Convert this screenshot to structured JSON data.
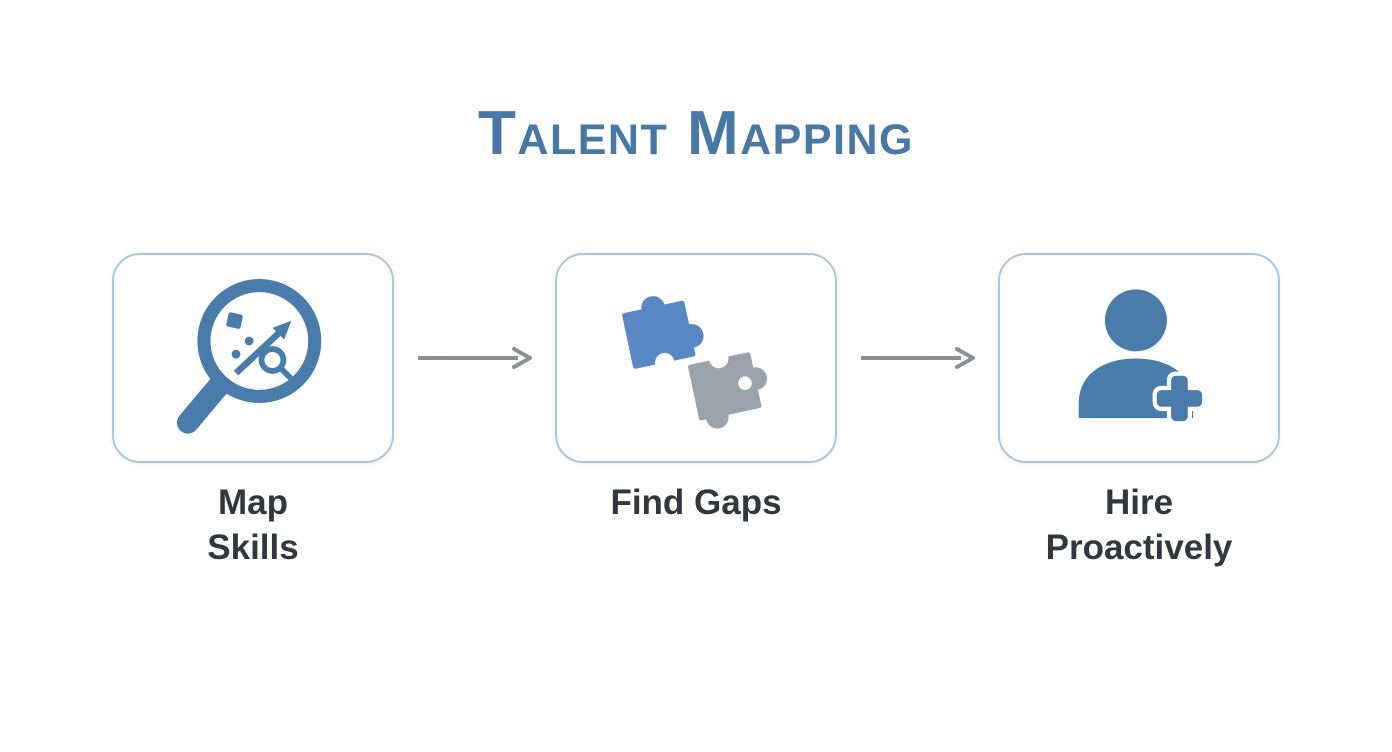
{
  "title": "Talent Mapping",
  "colors": {
    "title": "#4878a6",
    "box_border": "#a9c6e1",
    "icon_blue": "#4a7cab",
    "puzzle_blue": "#5a87c6",
    "puzzle_gray": "#9aa2ab",
    "arrow": "#8b9096",
    "label": "#33373c",
    "background": "#ffffff"
  },
  "steps": [
    {
      "icon": "magnifier-skills-icon",
      "label_lines": [
        "Map",
        "Skills"
      ]
    },
    {
      "icon": "puzzle-pieces-icon",
      "label_lines": [
        "Find Gaps",
        ""
      ]
    },
    {
      "icon": "person-plus-icon",
      "label_lines": [
        "Hire",
        "Proactively"
      ]
    }
  ],
  "connectors": [
    {
      "type": "arrow-right"
    },
    {
      "type": "arrow-right"
    }
  ]
}
